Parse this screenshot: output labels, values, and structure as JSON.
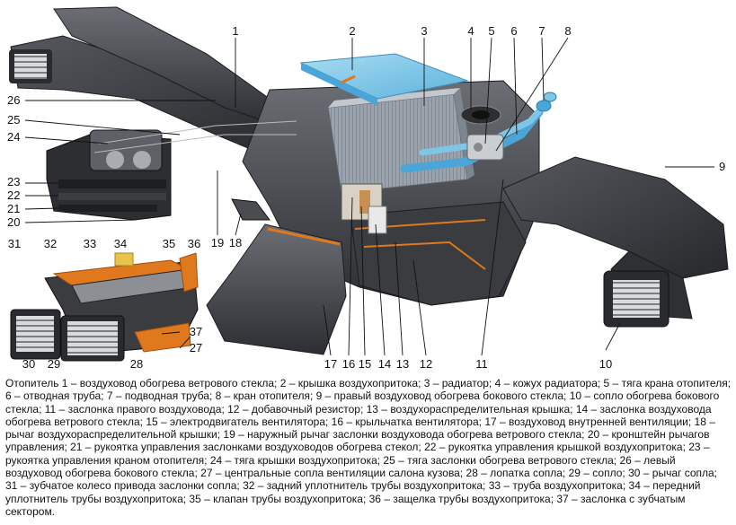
{
  "diagram": {
    "callouts": [
      "1",
      "2",
      "3",
      "4",
      "5",
      "6",
      "7",
      "8",
      "9",
      "10",
      "11",
      "12",
      "13",
      "14",
      "15",
      "16",
      "17",
      "18",
      "19",
      "20",
      "21",
      "22",
      "23",
      "24",
      "25",
      "26",
      "27",
      "28",
      "29",
      "30",
      "31",
      "32",
      "33",
      "34",
      "35",
      "36",
      "37"
    ]
  },
  "caption": {
    "text": "Отопитель 1 – воздуховод обогрева ветрового стекла; 2 – крышка воздухопритока; 3 – радиатор; 4 – кожух радиатора; 5 – тяга крана отопителя; 6 – отводная труба; 7 – подводная труба; 8 – кран отопителя; 9 – правый воздуховод обогрева бокового стекла; 10 – сопло обогрева бокового стекла; 11 – заслонка правого воздуховода; 12 – добавочный резистор; 13 – воздухораспределительная крышка; 14 – заслонка воздуховода обогрева ветрового стекла; 15 – электродвигатель вентилятора; 16 – крыльчатка вентилятора; 17 – воздуховод внутренней вентиляции; 18 – рычаг воздухораспределительной крышки; 19 – наружный рычаг заслонки воздуховода обогрева ветрового стекла; 20 – кронштейн рычагов управления; 21 – рукоятка управления заслонками воздуховодов обогрева стекол; 22 – рукоятка управления крышкой воздухопритока; 23 – рукоятка управления краном отопителя; 24 – тяга крышки воздухопритока; 25 – тяга заслонки обогрева ветрового стекла; 26 – левый воздуховод обогрева бокового стекла; 27 – центральные сопла вентиляции салона кузова; 28 – лопатка сопла; 29 – сопло; 30 – рычаг сопла; 31 – зубчатое колесо привода заслонки сопла; 32 – задний уплотнитель трубы воздухопритока; 33 – труба воздухопритока; 34 – передний уплотнитель трубы воздухопритока; 35 – клапан трубы воздухопритока; 36 – защелка трубы воздухопритока; 37 – заслонка с зубчатым сектором."
  },
  "colors": {
    "housing": "#3a3c40",
    "housing_light": "#6b6e74",
    "radiator": "#9aa3ad",
    "cover_blue": "#7fc6e6",
    "pipe_blue": "#4aa6d8",
    "seal_orange": "#e0781e"
  }
}
